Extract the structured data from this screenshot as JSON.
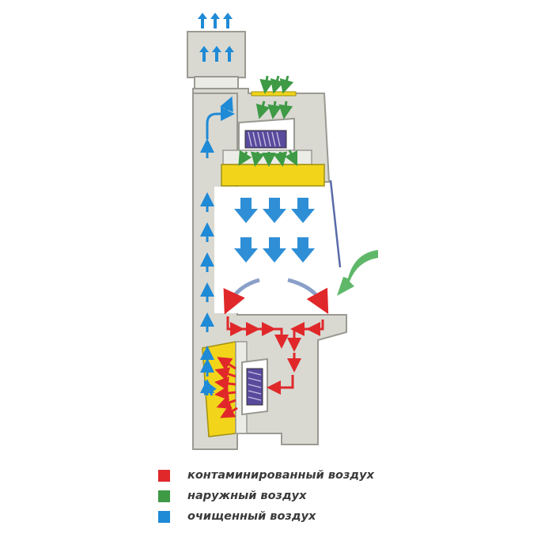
{
  "colors": {
    "contaminated": "#e0282a",
    "outside": "#3e9a45",
    "filtered": "#1f8ad6",
    "cabinet": "#d9d9d2",
    "cabinet_stroke": "#9a9a93",
    "filter": "#f2d51a",
    "fan": "#5a4a9c"
  },
  "legend": [
    {
      "key": "contaminated",
      "label": "контаминированный воздух",
      "color": "#e0282a"
    },
    {
      "key": "outside",
      "label": "наружный воздух",
      "color": "#3e9a45"
    },
    {
      "key": "filtered",
      "label": "очищенный воздух",
      "color": "#1f8ad6"
    }
  ]
}
